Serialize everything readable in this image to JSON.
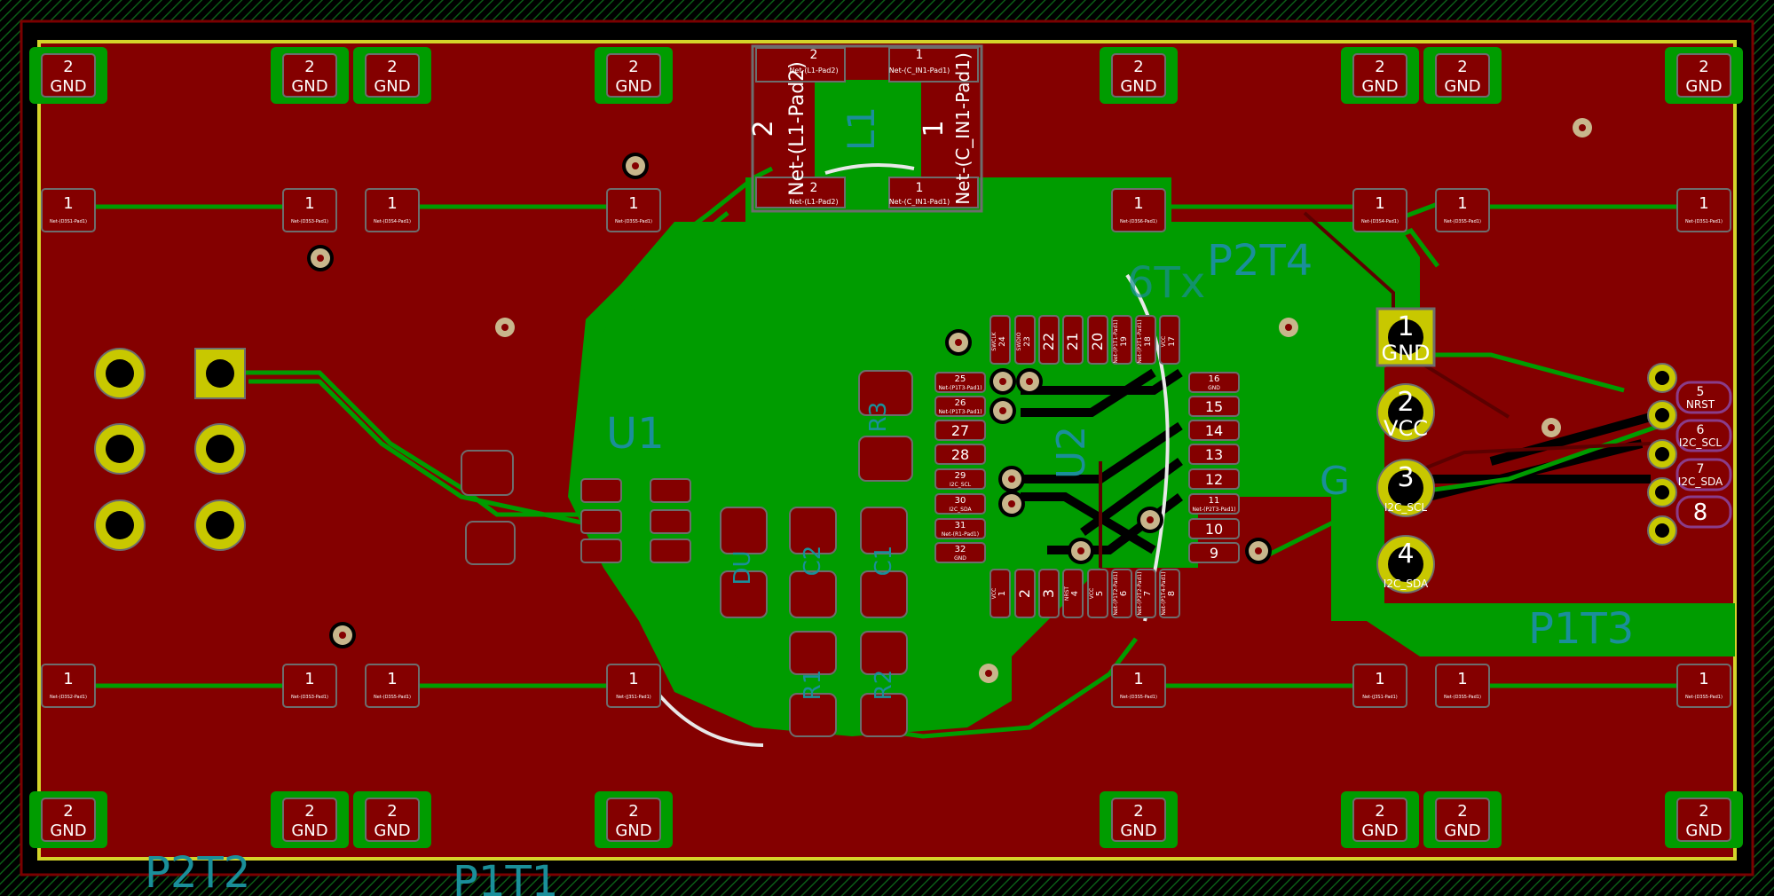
{
  "colors": {
    "background": "#000000",
    "copper_fill": "#840000",
    "trace": "#009c00",
    "trace_dark": "#000000",
    "board_edge": "#d4d42a",
    "silkscreen": "#1a8f9a",
    "pad_outline": "#6d6d6d",
    "through_hole": "#c8c800",
    "via": "#c8b68c",
    "hatch": "#0b5b16",
    "white_silk": "#e8e8e8"
  },
  "gnd_pads": [
    {
      "num": "2",
      "net": "GND"
    },
    {
      "num": "2",
      "net": "GND"
    },
    {
      "num": "2",
      "net": "GND"
    },
    {
      "num": "2",
      "net": "GND"
    },
    {
      "num": "2",
      "net": "GND"
    },
    {
      "num": "2",
      "net": "GND"
    },
    {
      "num": "2",
      "net": "GND"
    },
    {
      "num": "2",
      "net": "GND"
    }
  ],
  "gnd_pads_bottom": [
    {
      "num": "2",
      "net": "GND"
    },
    {
      "num": "2",
      "net": "GND"
    },
    {
      "num": "2",
      "net": "GND"
    },
    {
      "num": "2",
      "net": "GND"
    },
    {
      "num": "2",
      "net": "GND"
    },
    {
      "num": "2",
      "net": "GND"
    },
    {
      "num": "2",
      "net": "GND"
    },
    {
      "num": "2",
      "net": "GND"
    }
  ],
  "pads_row_top": [
    {
      "num": "1",
      "net": "Net-(D3S1-Pad1)"
    },
    {
      "num": "1",
      "net": "Net-(D3S3-Pad1)"
    },
    {
      "num": "1",
      "net": "Net-(D3S4-Pad1)"
    },
    {
      "num": "1",
      "net": "Net-(D3S5-Pad1)"
    },
    {
      "num": "1",
      "net": "Net-(D3S6-Pad1)"
    },
    {
      "num": "1",
      "net": "Net-(D3S4-Pad1)"
    },
    {
      "num": "1",
      "net": "Net-(D3S5-Pad1)"
    },
    {
      "num": "1",
      "net": "Net-(D3S1-Pad1)"
    }
  ],
  "pads_row_bottom": [
    {
      "num": "1",
      "net": "Net-(D3S2-Pad1)"
    },
    {
      "num": "1",
      "net": "Net-(D3S3-Pad1)"
    },
    {
      "num": "1",
      "net": "Net-(D3S5-Pad1)"
    },
    {
      "num": "1",
      "net": "Net-(J3S1-Pad1)"
    },
    {
      "num": "1",
      "net": "Net-(D3S5-Pad1)"
    },
    {
      "num": "1",
      "net": "Net-(J3S1-Pad1)"
    },
    {
      "num": "1",
      "net": "Net-(D3S5-Pad1)"
    },
    {
      "num": "1",
      "net": "Net-(D3S5-Pad1)"
    }
  ],
  "inductor": {
    "ref": "L1",
    "left_num": "2",
    "left_net": "Net-(L1-Pad2)",
    "right_num": "1",
    "right_net": "Net-(C_IN1-Pad1)",
    "pad_tl_num": "2",
    "pad_tl_net": "Net-(L1-Pad2)",
    "pad_tr_num": "1",
    "pad_tr_net": "Net-(C_IN1-Pad1)",
    "pad_bl_num": "2",
    "pad_bl_net": "Net-(L1-Pad2)",
    "pad_br_num": "1",
    "pad_br_net": "Net-(C_IN1-Pad1)"
  },
  "mcu": {
    "ref": "U2",
    "top_pins": [
      {
        "num": "24",
        "net": "SWCLK"
      },
      {
        "num": "23",
        "net": "SWDIO"
      },
      {
        "num": "22",
        "net": ""
      },
      {
        "num": "21",
        "net": ""
      },
      {
        "num": "20",
        "net": ""
      },
      {
        "num": "19",
        "net": "Net-(P1T1-Pad1)"
      },
      {
        "num": "18",
        "net": "Net-(P2T1-Pad1)"
      },
      {
        "num": "17",
        "net": "VCC"
      }
    ],
    "left_pins": [
      {
        "num": "25",
        "net": "Net-(P1T3-Pad1)"
      },
      {
        "num": "26",
        "net": "Net-(P1T3-Pad1)"
      },
      {
        "num": "27",
        "net": ""
      },
      {
        "num": "28",
        "net": ""
      },
      {
        "num": "29",
        "net": "I2C_SCL"
      },
      {
        "num": "30",
        "net": "I2C_SDA"
      },
      {
        "num": "31",
        "net": "Net-(R1-Pad1)"
      },
      {
        "num": "32",
        "net": "GND"
      }
    ],
    "right_pins": [
      {
        "num": "16",
        "net": "GND"
      },
      {
        "num": "15",
        "net": ""
      },
      {
        "num": "14",
        "net": ""
      },
      {
        "num": "13",
        "net": ""
      },
      {
        "num": "12",
        "net": ""
      },
      {
        "num": "11",
        "net": "Net-(P2T3-Pad1)"
      },
      {
        "num": "10",
        "net": ""
      },
      {
        "num": "9",
        "net": ""
      }
    ],
    "bottom_pins": [
      {
        "num": "1",
        "net": "VCC"
      },
      {
        "num": "2",
        "net": ""
      },
      {
        "num": "3",
        "net": ""
      },
      {
        "num": "4",
        "net": "NRST"
      },
      {
        "num": "5",
        "net": "VCC"
      },
      {
        "num": "6",
        "net": "Net-(P1T2-Pad1)"
      },
      {
        "num": "7",
        "net": "Net-(P2T2-Pad1)"
      },
      {
        "num": "8",
        "net": "Net-(P1T4-Pad1)"
      }
    ]
  },
  "connector_big": [
    {
      "num": "1",
      "net": "GND"
    },
    {
      "num": "2",
      "net": "VCC"
    },
    {
      "num": "3",
      "net": "I2C_SCL"
    },
    {
      "num": "4",
      "net": "I2C_SDA"
    }
  ],
  "connector_edge": [
    {
      "num": "5",
      "net": "NRST"
    },
    {
      "num": "6",
      "net": "I2C_SCL"
    },
    {
      "num": "7",
      "net": "I2C_SDA"
    },
    {
      "num": "8",
      "net": ""
    }
  ],
  "silk_labels": {
    "u1": "U1",
    "p2t4": "P2T4",
    "gtx": "6Tx",
    "p1t3": "P1T3",
    "p2t2": "P2T2",
    "p1t1": "P1T1",
    "r3": "R3",
    "c2": "C2",
    "c1": "C1",
    "r1": "R1",
    "r2": "R2",
    "du": "DU",
    "u2": "U2",
    "g": "G"
  }
}
